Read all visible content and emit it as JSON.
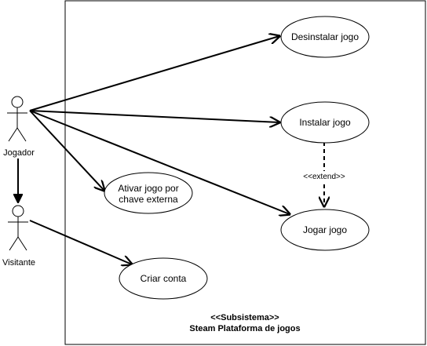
{
  "diagram": {
    "actors": [
      {
        "id": "jogador",
        "label": "Jogador"
      },
      {
        "id": "visitante",
        "label": "Visitante"
      }
    ],
    "use_cases": [
      {
        "id": "desinstalar",
        "label": "Desinstalar jogo"
      },
      {
        "id": "instalar",
        "label": "Instalar jogo"
      },
      {
        "id": "ativar",
        "label_line1": "Ativar jogo por",
        "label_line2": "chave externa"
      },
      {
        "id": "jogar",
        "label": "Jogar jogo"
      },
      {
        "id": "criar",
        "label": "Criar conta"
      }
    ],
    "relation": {
      "extend_label": "<<extend>>"
    },
    "boundary": {
      "stereotype": "<<Subsistema>>",
      "name": "Steam Plataforma de jogos"
    }
  }
}
